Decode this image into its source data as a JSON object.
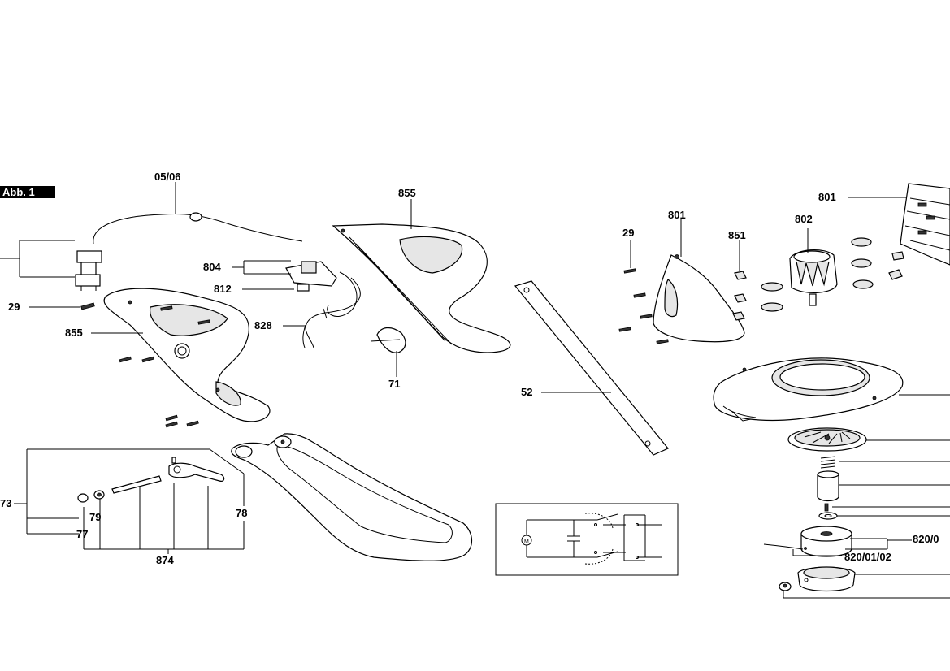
{
  "figure": {
    "tag": "Abb. 1"
  },
  "labels": {
    "l_0506": "05/06",
    "l_855a": "855",
    "l_855b": "855",
    "l_804": "804",
    "l_812": "812",
    "l_828": "828",
    "l_71": "71",
    "l_29a": "29",
    "l_29b": "29",
    "l_52": "52",
    "l_801a": "801",
    "l_801b": "801",
    "l_802": "802",
    "l_851": "851",
    "l_73": "73",
    "l_79": "79",
    "l_77": "77",
    "l_78": "78",
    "l_874": "874",
    "l_820": "820/0",
    "l_8200102": "820/01/02"
  },
  "schematic": {
    "motor_symbol": "M"
  }
}
